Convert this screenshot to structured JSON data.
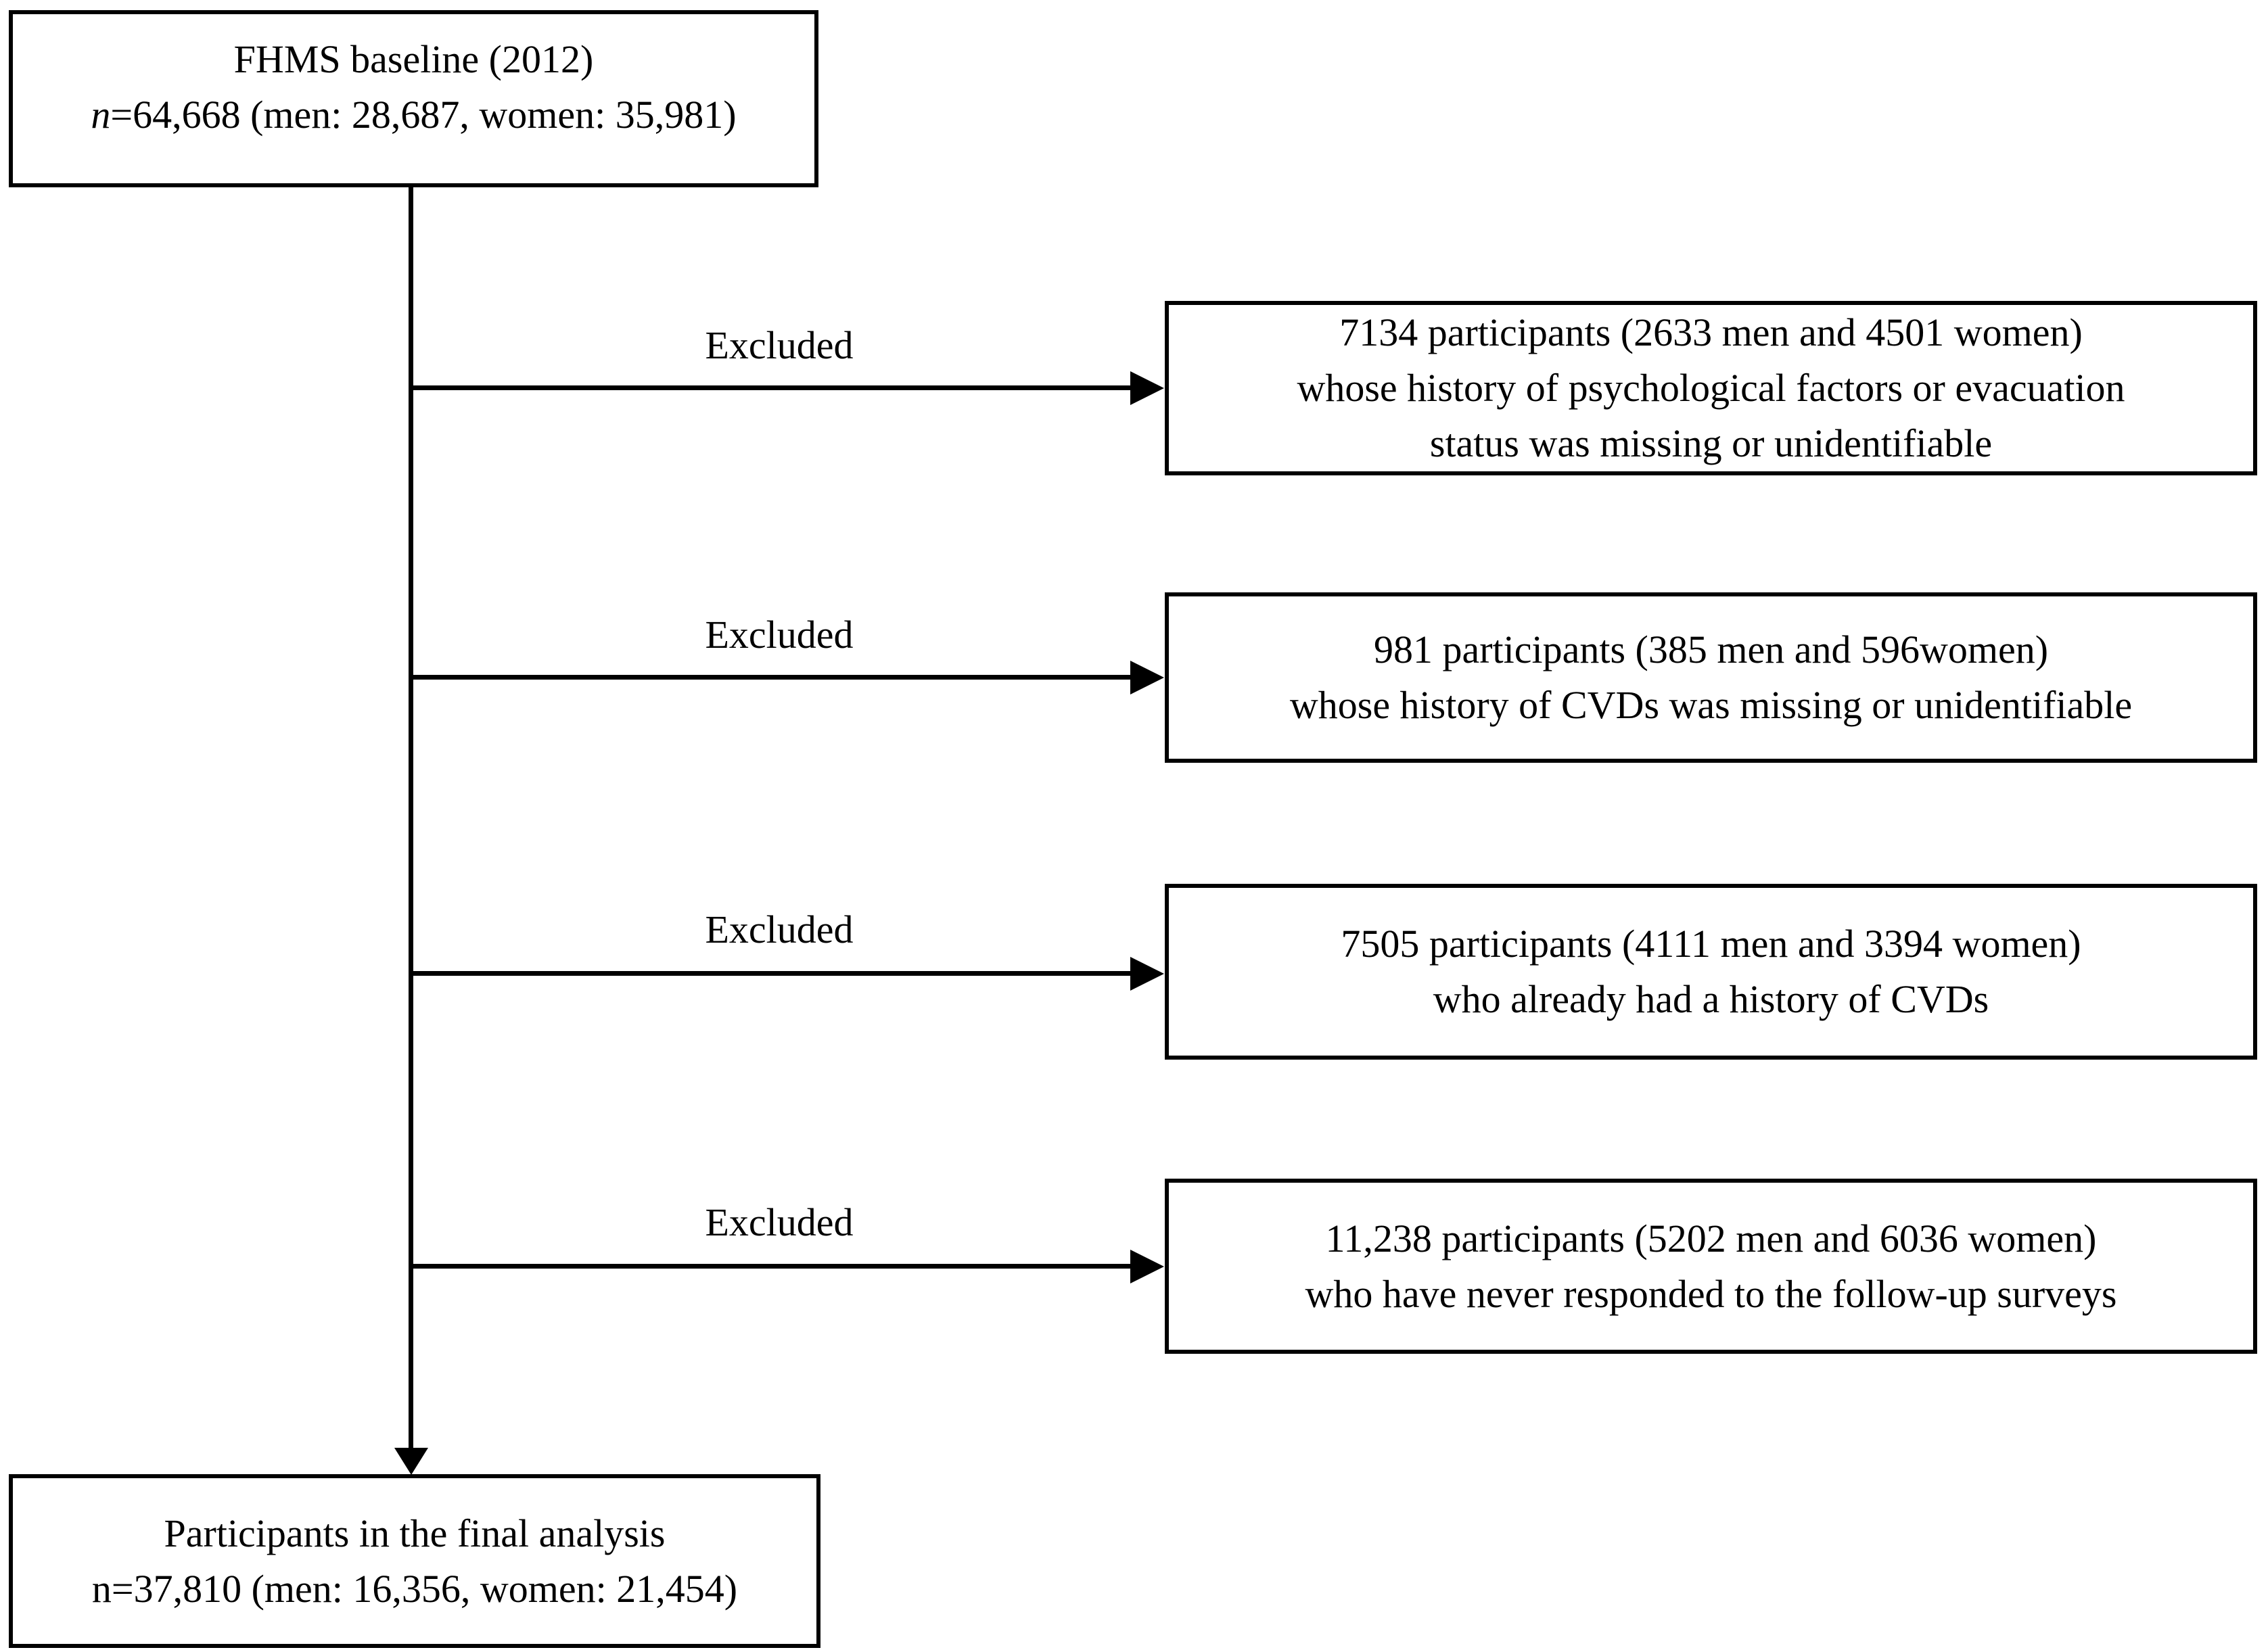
{
  "flow": {
    "baseline_box": {
      "line1": "FHMS baseline (2012)",
      "n_italic": "n",
      "n_rest": "=64,668 (men: 28,687, women: 35,981)"
    },
    "exclusions": [
      {
        "arrow_label": "Excluded",
        "lines": [
          "7134 participants (2633 men and 4501 women)",
          "whose history of psychological factors or evacuation",
          "status was missing or unidentifiable"
        ]
      },
      {
        "arrow_label": "Excluded",
        "lines": [
          "981 participants (385 men and 596women)",
          "whose history of CVDs was missing or unidentifiable"
        ]
      },
      {
        "arrow_label": "Excluded",
        "lines": [
          "7505 participants (4111 men and 3394 women)",
          "who already had a history of CVDs"
        ]
      },
      {
        "arrow_label": "Excluded",
        "lines": [
          "11,238 participants (5202 men and 6036 women)",
          "who have never responded to the follow-up surveys"
        ]
      }
    ],
    "final_box": {
      "line1": "Participants in the final analysis",
      "line2": "n=37,810 (men: 16,356, women: 21,454)"
    },
    "colors": {
      "line": "#000000",
      "text": "#000000",
      "background": "#ffffff"
    }
  }
}
